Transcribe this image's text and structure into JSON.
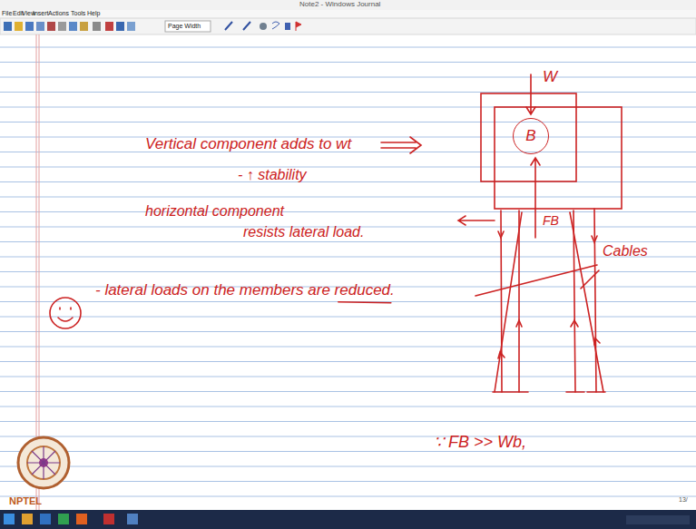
{
  "diagram": {
    "nodes": [
      {
        "text": [
          "B"
        ]
      }
    ],
    "labels": [
      "Note2 - Windows Journal",
      "File",
      "Edit",
      "View",
      "Insert",
      "Actions",
      "Tools",
      "Help",
      "Page Width",
      "Vertical component adds to wt",
      "- ↑ stability",
      "horizontal component",
      "resists lateral load.",
      "- lateral loads on the members are reduced.",
      "W",
      "FB",
      "Cables",
      "∵ FB >> Wb,",
      "NPTEL",
      "13/"
    ]
  }
}
